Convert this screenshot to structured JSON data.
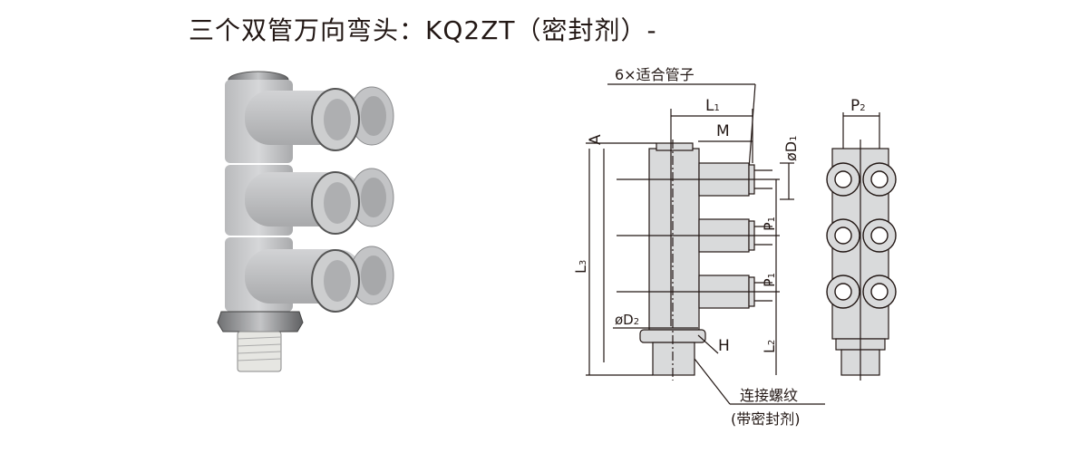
{
  "title": "三个双管万向弯头：KQ2ZT（密封剂）-",
  "drawing": {
    "tube_note": "6×适合管子",
    "labels": {
      "L1": "L",
      "L1_sub": "1",
      "M": "M",
      "A": "A",
      "D1": "øD",
      "D1_sub": "1",
      "P1a": "P",
      "P1a_sub": "1",
      "P1b": "P",
      "P1b_sub": "1",
      "L3": "L",
      "L3_sub": "3",
      "D2": "øD",
      "D2_sub": "2",
      "H": "H",
      "L2": "L",
      "L2_sub": "2",
      "P2": "P",
      "P2_sub": "2"
    },
    "thread_note_line1": "连接螺纹",
    "thread_note_line2": "(带密封剂)"
  },
  "colors": {
    "body_fill": "#d9dadb",
    "line": "#231815",
    "product_gray": "#c8c9cb"
  }
}
